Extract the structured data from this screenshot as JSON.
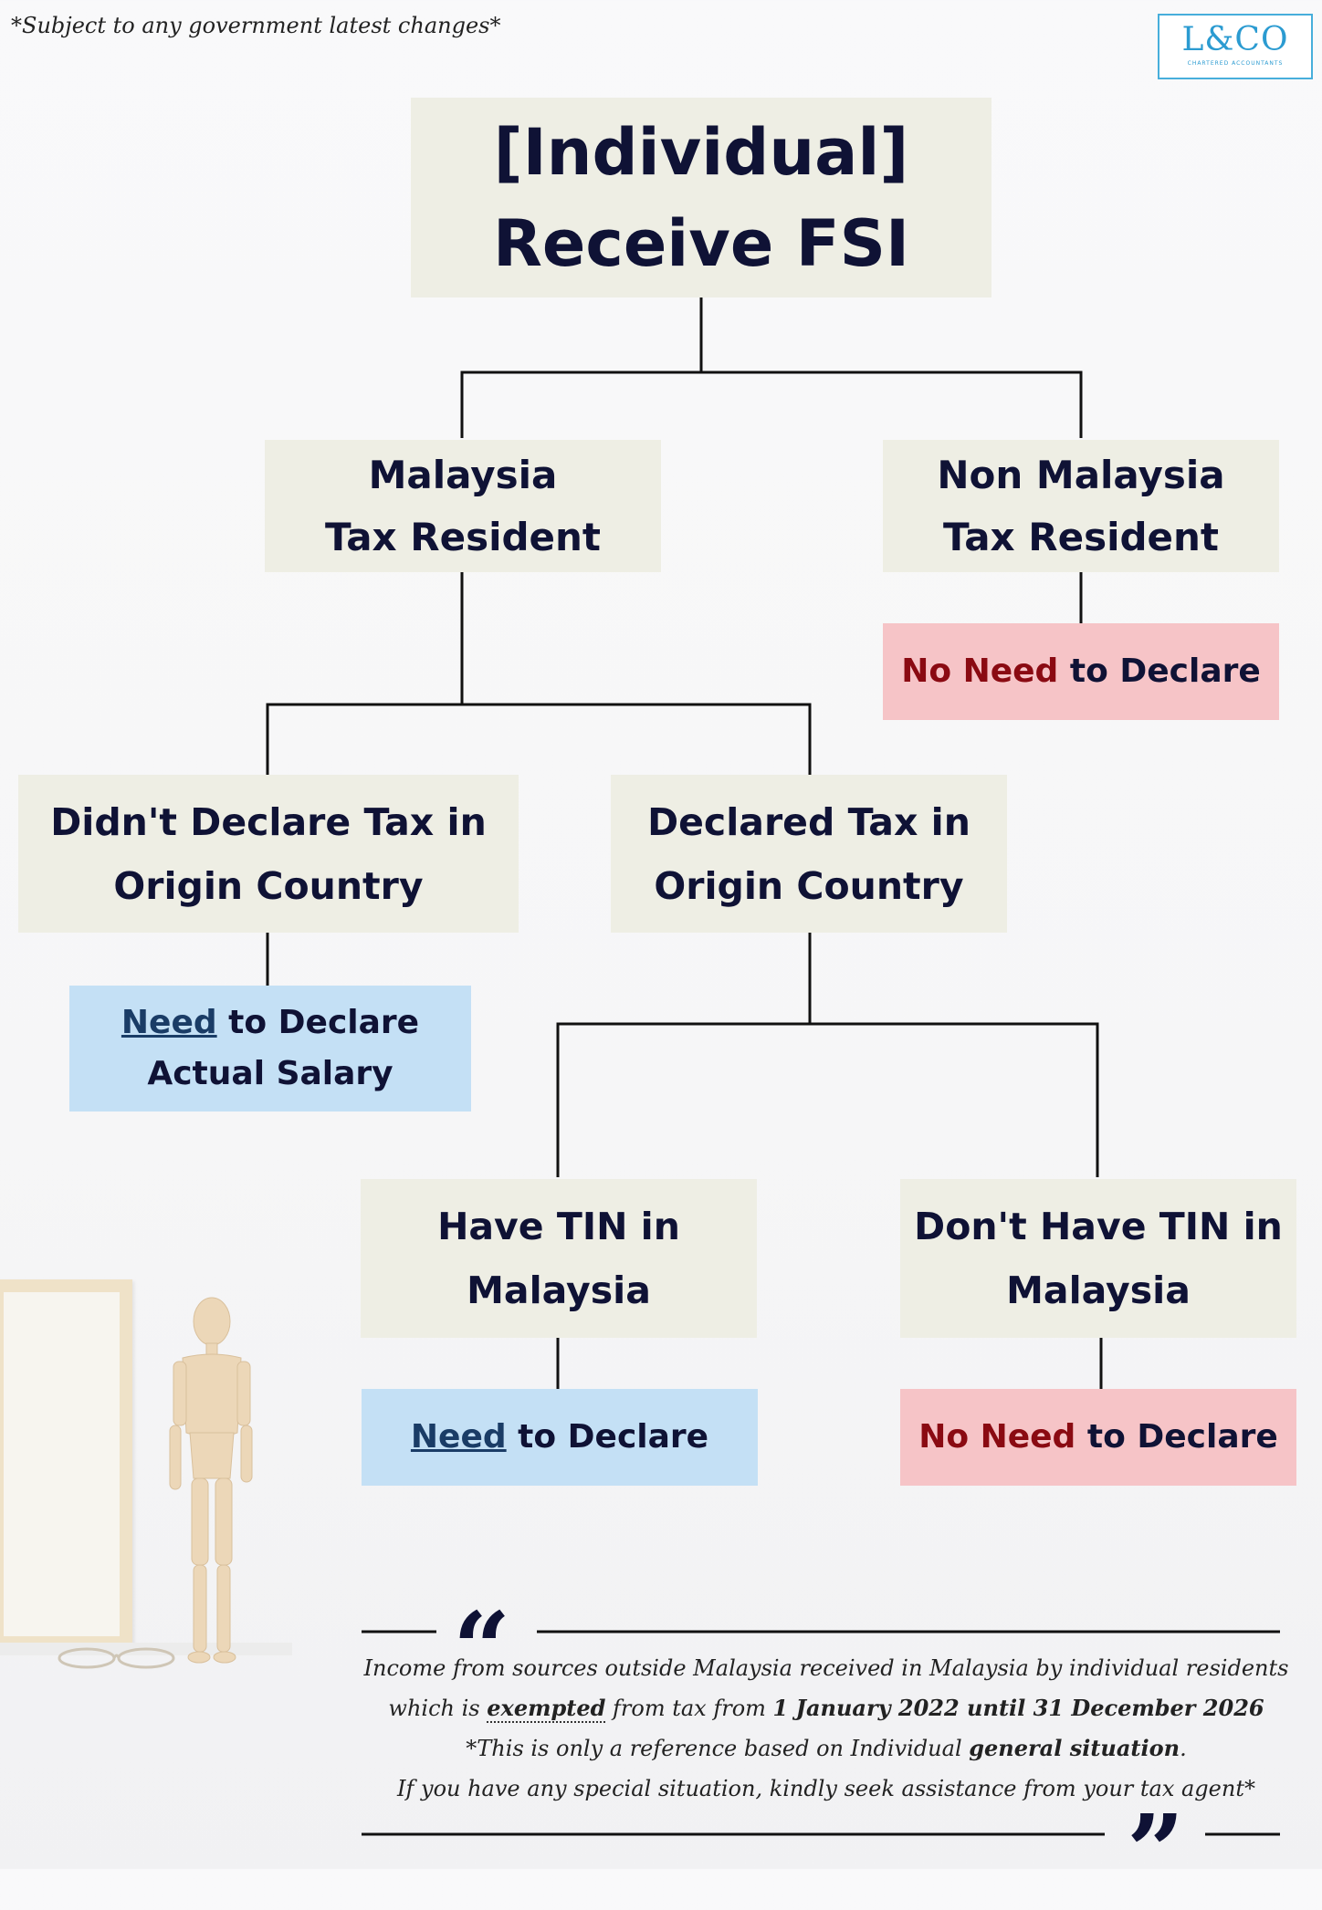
{
  "disclaimer": "*Subject to any government latest changes*",
  "logo": {
    "text": "L&CO",
    "subtitle": "CHARTERED ACCOUNTANTS"
  },
  "title": {
    "line1": "[Individual]",
    "line2": "Receive FSI"
  },
  "nodes": {
    "malaysia_resident": {
      "line1": "Malaysia",
      "line2": "Tax Resident"
    },
    "non_malaysia_resident": {
      "line1": "Non Malaysia",
      "line2": "Tax Resident"
    },
    "didnt_declare": {
      "line1": "Didn't Declare Tax in",
      "line2": "Origin Country"
    },
    "declared": {
      "line1": "Declared Tax in",
      "line2": "Origin Country"
    },
    "have_tin": {
      "line1": "Have TIN in",
      "line2": "Malaysia"
    },
    "dont_have_tin": {
      "line1": "Don't Have TIN in",
      "line2": "Malaysia"
    }
  },
  "outcomes": {
    "non_resident": {
      "no": "No Need",
      "rest": " to Declare"
    },
    "didnt_declare": {
      "need": "Need",
      "rest1": " to Declare",
      "line2": "Actual Salary"
    },
    "have_tin": {
      "need": "Need",
      "rest": " to Declare"
    },
    "dont_have_tin": {
      "no": "No Need",
      "rest": " to Declare"
    }
  },
  "footer": {
    "line1": "Income from sources outside Malaysia received in Malaysia by individual residents",
    "line2_a": "which is ",
    "line2_b": "exempted",
    "line2_c": " from tax from ",
    "line2_d": "1 January 2022 until 31 December 2026",
    "line3_a": "*This is only a reference based on Individual ",
    "line3_b": "general situation",
    "line3_c": ".",
    "line4": "If you have any special situation, kindly seek assistance from your tax agent*"
  },
  "colors": {
    "node_bg": "#eeeee4",
    "no_need_bg": "#f6c4c7",
    "need_bg": "#c4e0f5",
    "text_dark": "#0f1235",
    "no_need_text": "#8a0a12",
    "logo_blue": "#2b9bd1"
  },
  "icons": [
    "open-quote-icon",
    "close-quote-icon"
  ]
}
